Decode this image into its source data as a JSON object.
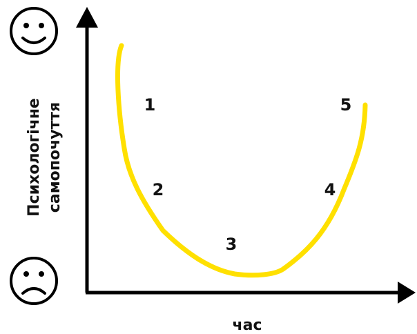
{
  "diagram": {
    "y_axis_label": [
      "Психологічне",
      "самопочуття"
    ],
    "x_axis_label": "час",
    "icons": {
      "top": "happy-face-icon",
      "bottom": "sad-face-icon"
    },
    "curve_color": "#FFE000",
    "axis_color": "#000000",
    "stage_labels": [
      "1",
      "2",
      "3",
      "4",
      "5"
    ]
  },
  "chart_data": {
    "type": "line",
    "x": [
      1,
      2,
      3,
      4,
      5
    ],
    "values": [
      7.5,
      4.5,
      1.5,
      4.5,
      7.5
    ],
    "point_labels": [
      "1",
      "2",
      "3",
      "4",
      "5"
    ],
    "xlabel": "час",
    "ylabel": "Психологічне самопочуття",
    "ylim": [
      0,
      10
    ],
    "grid": false
  }
}
